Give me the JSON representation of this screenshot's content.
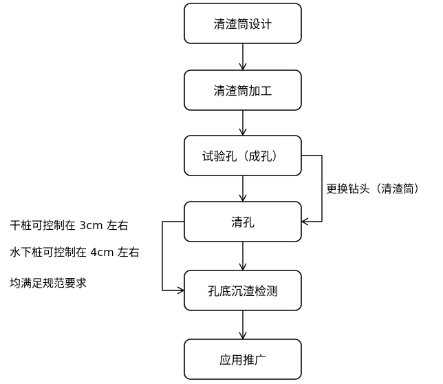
{
  "flowchart": {
    "steps": [
      {
        "label": "清渣筒设计"
      },
      {
        "label": "清渣筒加工"
      },
      {
        "label": "试验孔（成孔）"
      },
      {
        "label": "清孔"
      },
      {
        "label": "孔底沉渣检测"
      },
      {
        "label": "应用推广"
      }
    ],
    "loop_label": "更换钻头（清渣筒）",
    "notes": [
      "干桩可控制在 3cm 左右",
      "水下桩可控制在 4cm 左右",
      "均满足规范要求"
    ]
  },
  "colors": {
    "stroke": "#000000",
    "box_fill": "#ffffff",
    "text": "#000000"
  }
}
